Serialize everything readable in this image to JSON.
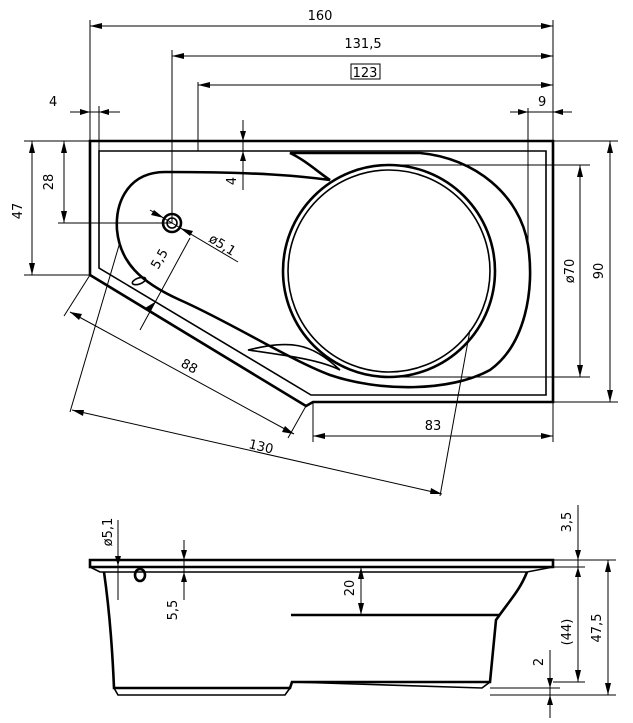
{
  "top_view": {
    "dim_total_length": "160",
    "dim_drain_to_right": "131,5",
    "dim_inner_length": "123",
    "dim_left_rim": "4",
    "dim_right_rim": "9",
    "dim_left_height": "47",
    "dim_drain_from_top": "28",
    "dim_top_rim": "4",
    "dim_drain_diameter": "ø5,1",
    "dim_diagonal_offset": "5,5",
    "dim_diagonal_inner": "88",
    "dim_diagonal_outer": "130",
    "dim_bottom_straight": "83",
    "dim_circle_diameter": "ø70",
    "dim_total_width": "90"
  },
  "side_view": {
    "dim_drain_diameter": "ø5,1",
    "dim_drain_height": "5,5",
    "dim_seat_depth": "20",
    "dim_rim_thickness": "3,5",
    "dim_inner_depth": "(44)",
    "dim_total_height": "47,5",
    "dim_base": "2"
  }
}
